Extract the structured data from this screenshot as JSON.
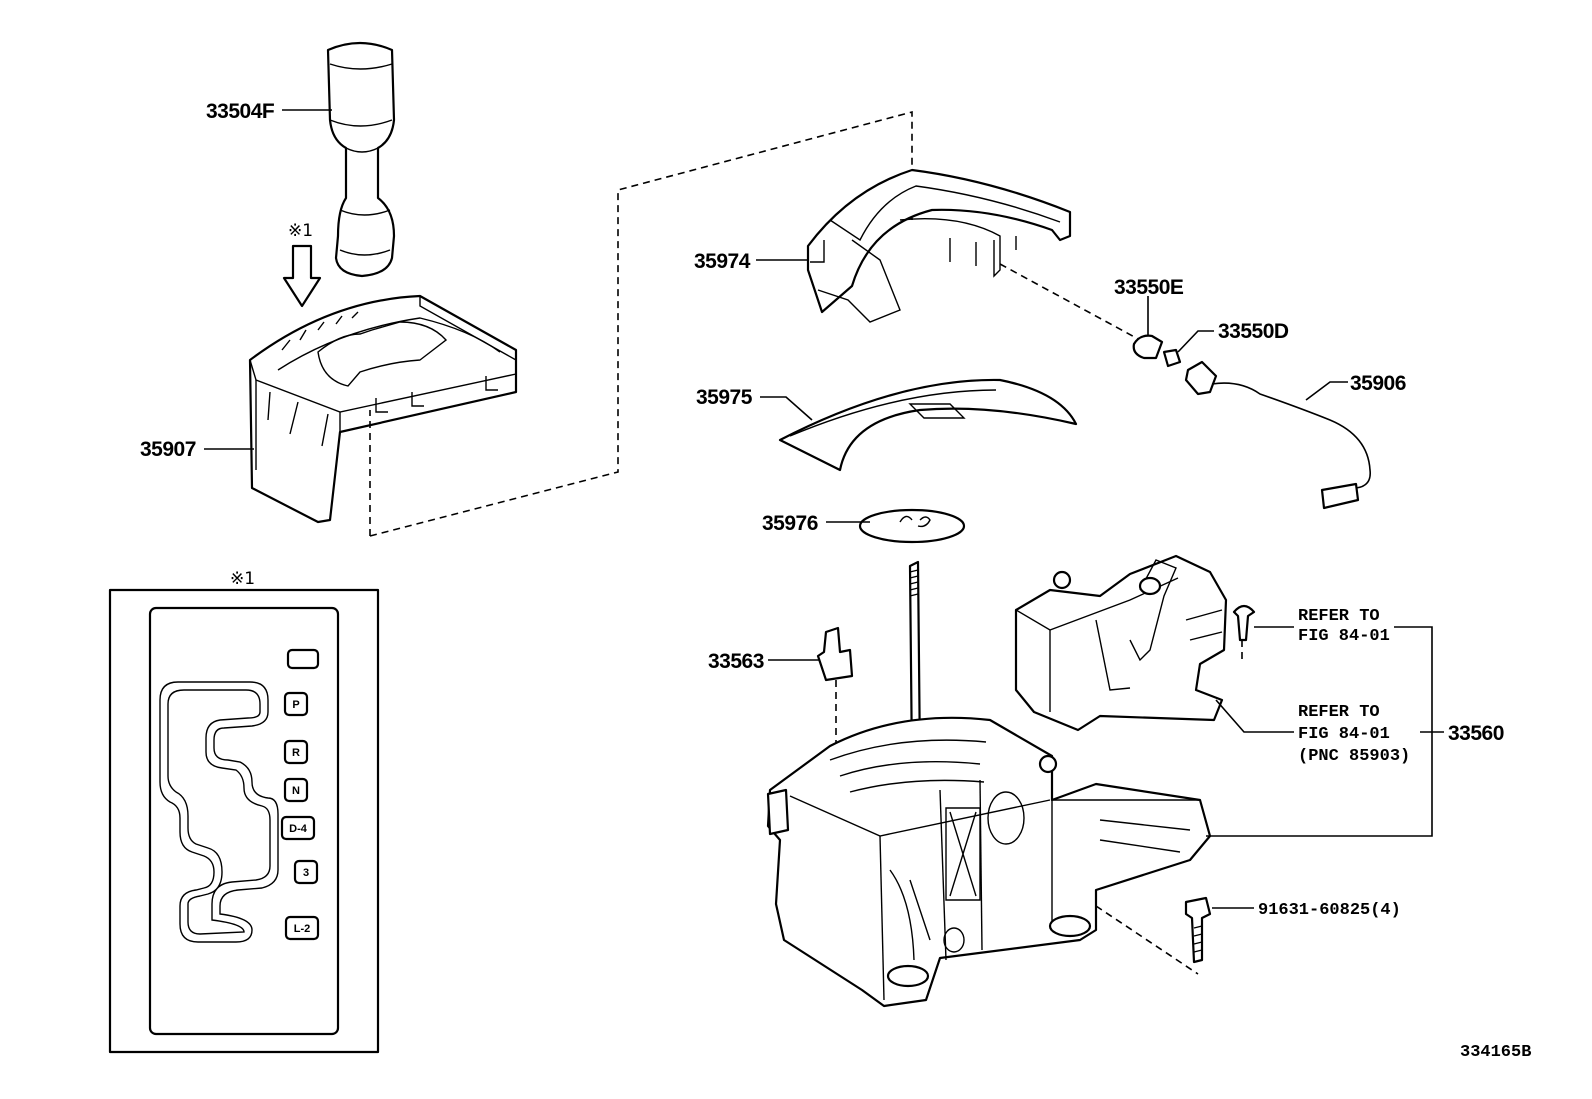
{
  "diagram": {
    "drawing_number": "334165B",
    "reference_mark": "※1",
    "parts": [
      {
        "pnc": "33504F"
      },
      {
        "pnc": "35907"
      },
      {
        "pnc": "35974"
      },
      {
        "pnc": "35975"
      },
      {
        "pnc": "35976"
      },
      {
        "pnc": "33550E"
      },
      {
        "pnc": "33550D"
      },
      {
        "pnc": "35906"
      },
      {
        "pnc": "33563"
      },
      {
        "pnc": "33560"
      },
      {
        "pnc": "91631-60825(4)"
      }
    ],
    "notes": {
      "refer1_line1": "REFER TO",
      "refer1_line2": "FIG 84-01",
      "refer2_line1": "REFER TO",
      "refer2_line2": "FIG 84-01",
      "refer2_line3": "(PNC 85903)"
    },
    "gate_indicator": {
      "positions": [
        "P",
        "R",
        "N",
        "D-4",
        "3",
        "L-2"
      ]
    }
  }
}
